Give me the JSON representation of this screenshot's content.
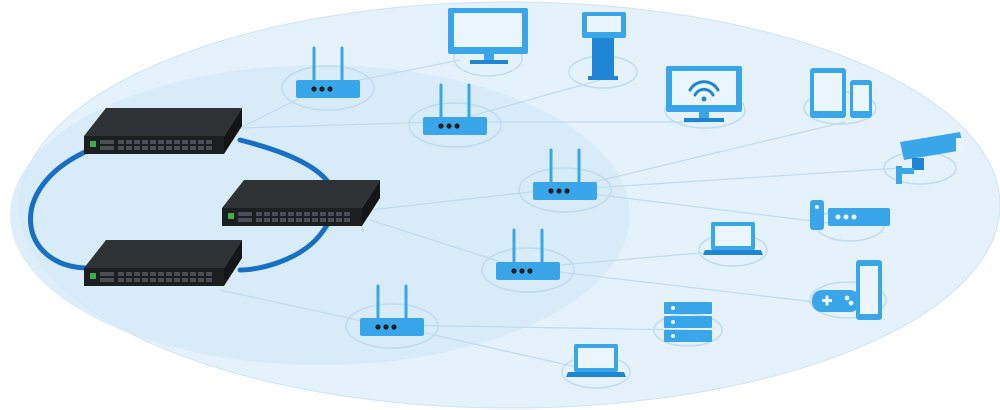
{
  "colors": {
    "background": "#ffffff",
    "outer_ellipse": "#e6f2fb",
    "inner_ellipse": "#d3e8f7",
    "ellipse_border": "#cfe4f4",
    "link_line": "#bcdcf2",
    "ring": "#1770c4",
    "device_blue": "#3aa6ea",
    "device_dark_blue": "#1f86d6",
    "device_light": "#eaf5fd",
    "node_ring": "#bcdcf2",
    "switch_top": "#2f3235",
    "switch_front": "#1c1e20",
    "switch_port": "#4a4f55",
    "switch_green": "#3ab04a"
  },
  "switches": [
    {
      "name": "switch-1"
    },
    {
      "name": "switch-2"
    },
    {
      "name": "switch-3"
    }
  ],
  "access_points": [
    {
      "name": "ap-1"
    },
    {
      "name": "ap-2"
    },
    {
      "name": "ap-3"
    },
    {
      "name": "ap-4"
    },
    {
      "name": "ap-5"
    }
  ],
  "endpoints": [
    {
      "name": "monitor",
      "icon": "monitor-icon"
    },
    {
      "name": "kiosk",
      "icon": "kiosk-icon"
    },
    {
      "name": "smart-tv",
      "icon": "wifi-tv-icon"
    },
    {
      "name": "tablet-phone",
      "icon": "tablet-phone-icon"
    },
    {
      "name": "security-camera",
      "icon": "camera-icon"
    },
    {
      "name": "set-top-box",
      "icon": "set-top-box-icon"
    },
    {
      "name": "laptop-1",
      "icon": "laptop-icon"
    },
    {
      "name": "game-console",
      "icon": "game-console-icon"
    },
    {
      "name": "server",
      "icon": "server-icon"
    },
    {
      "name": "laptop-2",
      "icon": "laptop-icon"
    }
  ]
}
